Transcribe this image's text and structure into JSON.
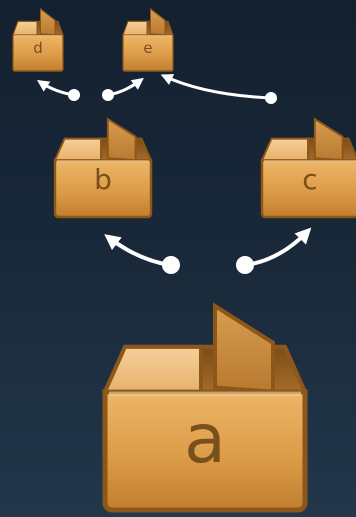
{
  "diagram": {
    "boxes": [
      {
        "id": "a",
        "label": "a"
      },
      {
        "id": "b",
        "label": "b"
      },
      {
        "id": "c",
        "label": "c"
      },
      {
        "id": "d",
        "label": "d"
      },
      {
        "id": "e",
        "label": "e"
      }
    ],
    "links": [
      {
        "from": "a",
        "to": "b"
      },
      {
        "from": "a",
        "to": "c"
      },
      {
        "from": "b",
        "to": "d"
      },
      {
        "from": "b",
        "to": "e"
      },
      {
        "from": "c",
        "to": "e"
      }
    ]
  }
}
